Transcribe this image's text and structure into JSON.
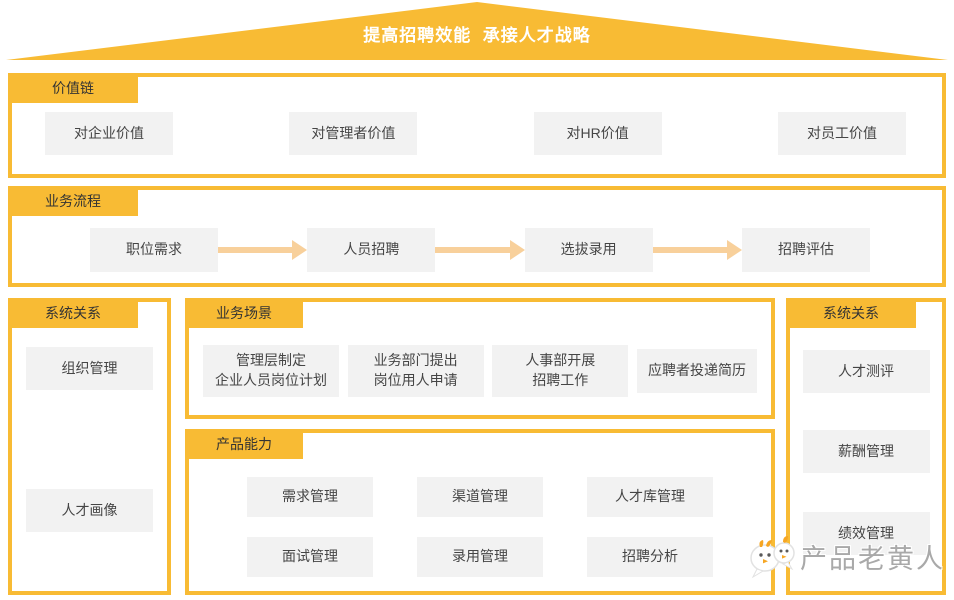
{
  "banner": {
    "title": "提高招聘效能  承接人才战略"
  },
  "colors": {
    "accent": "#F8BB34",
    "arrow": "#F8D09B",
    "box_bg": "#F2F2F2",
    "box_text": "#454545",
    "tab_text": "#333333",
    "banner_text": "#FFFFFF",
    "watermark_text": "#A9A9A9"
  },
  "sections": {
    "value_chain": {
      "label": "价值链",
      "items": [
        "对企业价值",
        "对管理者价值",
        "对HR价值",
        "对员工价值"
      ]
    },
    "business_process": {
      "label": "业务流程",
      "steps": [
        "职位需求",
        "人员招聘",
        "选拔录用",
        "招聘评估"
      ]
    },
    "system_left": {
      "label": "系统关系",
      "items": [
        "组织管理",
        "人才画像"
      ]
    },
    "scenarios": {
      "label": "业务场景",
      "items": [
        "管理层制定\n企业人员岗位计划",
        "业务部门提出\n岗位用人申请",
        "人事部开展\n招聘工作",
        "应聘者投递简历"
      ]
    },
    "capabilities": {
      "label": "产品能力",
      "row1": [
        "需求管理",
        "渠道管理",
        "人才库管理"
      ],
      "row2": [
        "面试管理",
        "录用管理",
        "招聘分析"
      ]
    },
    "system_right": {
      "label": "系统关系",
      "items": [
        "人才测评",
        "薪酬管理",
        "绩效管理"
      ]
    }
  },
  "watermark": {
    "text": "产品老黄人",
    "icon": "chick-mascot"
  }
}
